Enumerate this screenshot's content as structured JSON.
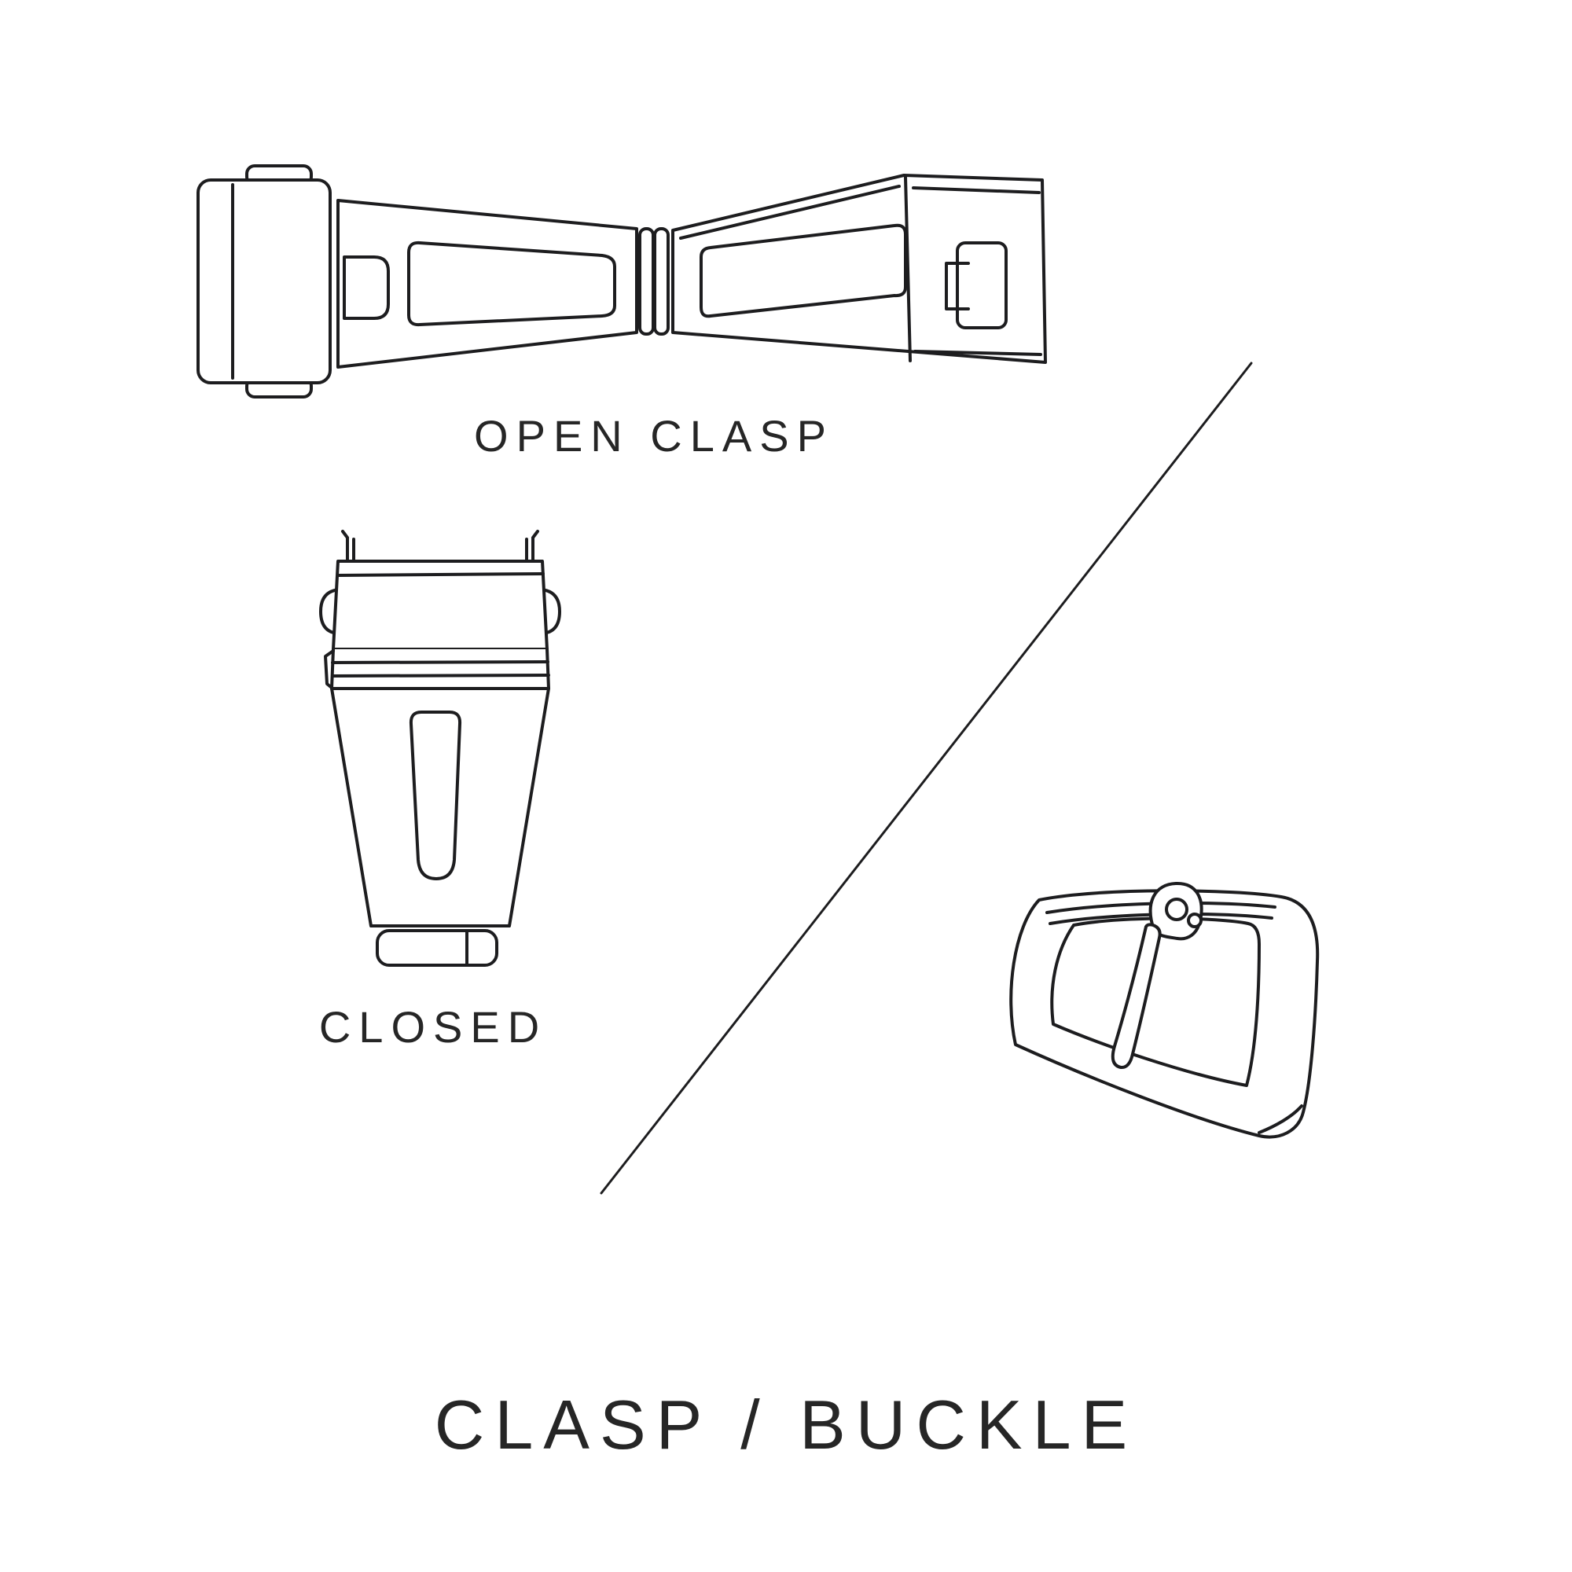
{
  "page": {
    "background_color": "#ffffff",
    "line_color": "#1d1d1f",
    "text_color": "#262626"
  },
  "figure": {
    "title": "CLASP / BUCKLE",
    "illustrations": [
      {
        "name": "open-clasp-line-drawing",
        "caption": "OPEN CLASP"
      },
      {
        "name": "closed-clasp-line-drawing",
        "caption": "CLOSED"
      },
      {
        "name": "tang-buckle-line-drawing",
        "caption": ""
      }
    ],
    "divider": "diagonal-divider-line"
  }
}
